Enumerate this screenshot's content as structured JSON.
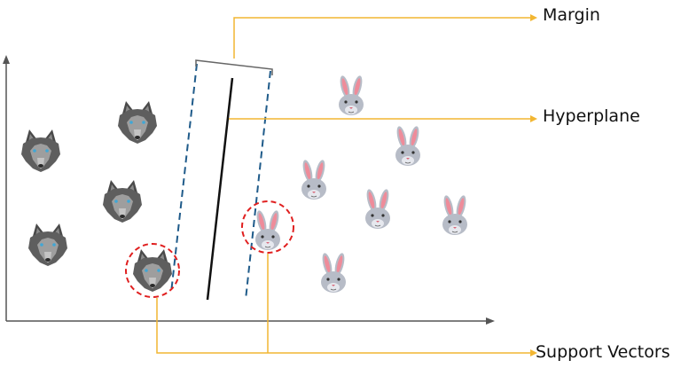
{
  "labels": {
    "margin": "Margin",
    "hyperplane": "Hyperplane",
    "support_vectors": "Support Vectors"
  },
  "colors": {
    "axis": "#555555",
    "callout": "#f2b632",
    "margin_line": "#1f5b8a",
    "hyperplane": "#111111",
    "support_circle": "#e02020",
    "wolf_dark": "#5a5a5a",
    "wolf_light": "#a8a8a8",
    "rabbit_body": "#b7bcc7",
    "rabbit_ear_inner": "#ee8c9a"
  },
  "icons": {
    "wolf": "wolf-head-icon",
    "rabbit": "rabbit-head-icon"
  }
}
